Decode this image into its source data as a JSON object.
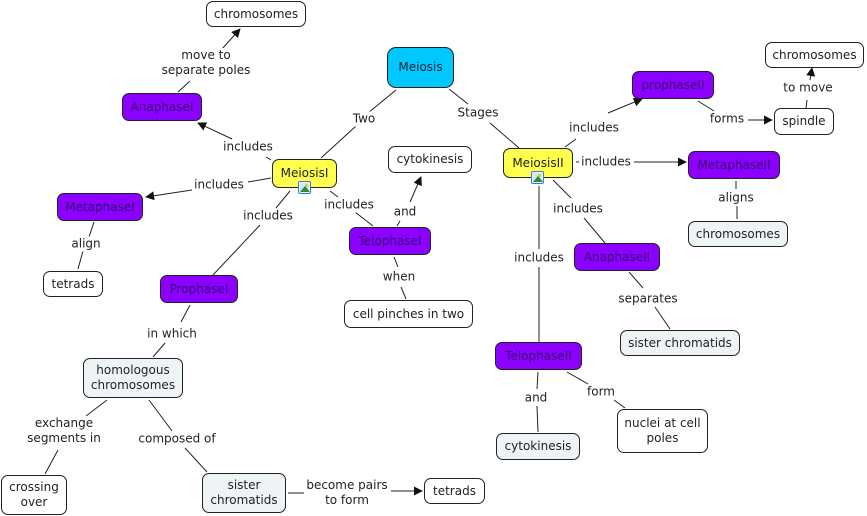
{
  "title": "Meiosis",
  "colors": {
    "root": "#00c8ff",
    "stage": "#ffff4d",
    "phase": "#8b00ff",
    "concept_gray": "#eef3f5",
    "concept_white": "#ffffff",
    "line": "#222222"
  },
  "nodes": {
    "meiosis": "Meiosis",
    "meiosis1": "MeiosisI",
    "meiosis2": "MeiosisII",
    "anaphase1": "AnaphaseI",
    "metaphase1": "MetaphaseI",
    "prophase1": "ProphaseI",
    "telophase1": "TelophaseI",
    "chromosomes_top": "chromosomes",
    "tetrads_left": "tetrads",
    "cytokinesis1": "cytokinesis",
    "cell_pinches": "cell pinches in two",
    "homologous": "homologous\nchromosomes",
    "crossing_over": "crossing\nover",
    "sister_chromatids1": "sister\nchromatids",
    "tetrads_bottom": "tetrads",
    "prophase2": "prophaseII",
    "metaphase2": "MetaphaseII",
    "anaphase2": "AnaphaseII",
    "telophase2": "TelophaseII",
    "spindle": "spindle",
    "chromosomes_topright": "chromosomes",
    "chromosomes_m2": "chromosomes",
    "sister_chromatids2": "sister chromatids",
    "cytokinesis2": "cytokinesis",
    "nuclei": "nuclei at cell\npoles"
  },
  "links": {
    "two": "Two",
    "stages": "Stages",
    "m1_includes_anaphase": "includes",
    "m1_includes_metaphase": "includes",
    "m1_includes_prophase": "includes",
    "m1_includes_telophase": "includes",
    "move_to_poles": "move to\nseparate poles",
    "align": "align",
    "and1": "and",
    "when": "when",
    "in_which": "in which",
    "exchange": "exchange\nsegments in",
    "composed_of": "composed of",
    "become_pairs": "become pairs\nto form",
    "m2_includes_prophase": "includes",
    "m2_includes_metaphase": "includes",
    "m2_includes_anaphase": "includes",
    "m2_includes_telophase": "includes",
    "forms": "forms",
    "to_move": "to move",
    "aligns": "aligns",
    "separates": "separates",
    "and2": "and",
    "form": "form"
  },
  "icons": {
    "image_attachment": "image-icon"
  }
}
